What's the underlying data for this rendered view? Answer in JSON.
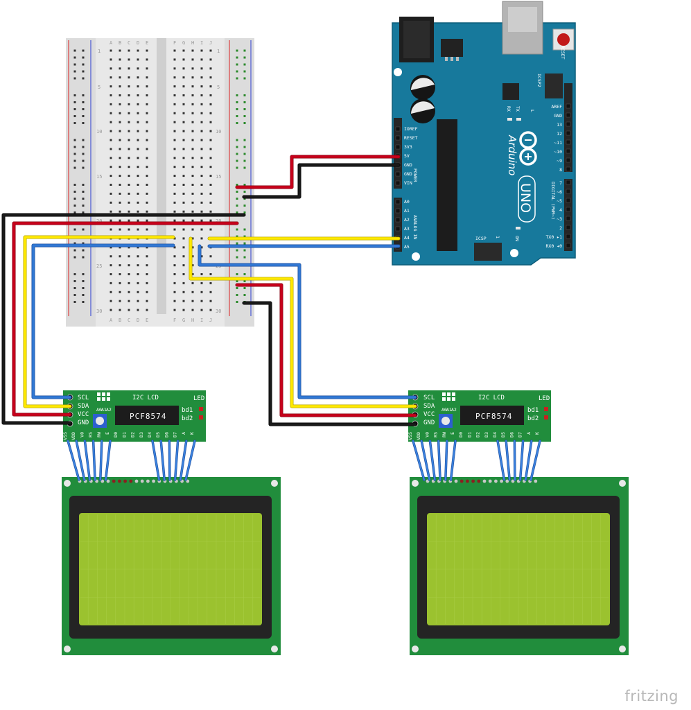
{
  "watermark": "fritzing",
  "breadboard": {
    "columns": [
      "A",
      "B",
      "C",
      "D",
      "E",
      "F",
      "G",
      "H",
      "I",
      "J"
    ],
    "row_numbers": [
      "1",
      "5",
      "10",
      "15",
      "20",
      "25",
      "30"
    ]
  },
  "arduino": {
    "brand": "Arduino",
    "model": "UNO",
    "reset_label": "RESET",
    "icsp_label": "ICSP",
    "icsp2_label": "ICSP2",
    "on_label": "ON",
    "tx_label": "TX",
    "rx_label": "RX",
    "l_label": "L",
    "power_header_label": "POWER",
    "analog_header_label": "ANALOG IN",
    "digital_header_label": "DIGITAL (PWM~)",
    "power_pins": [
      "IOREF",
      "RESET",
      "3V3",
      "5V",
      "GND",
      "GND",
      "VIN"
    ],
    "analog_pins": [
      "A0",
      "A1",
      "A2",
      "A3",
      "A4",
      "A5"
    ],
    "digital_top_pins": [
      "AREF",
      "GND",
      "13",
      "12",
      "~11",
      "~10",
      "~9",
      "8"
    ],
    "digital_bottom_pins": [
      "7",
      "~6",
      "~5",
      "4",
      "~3",
      "2",
      "TX0 ▸1",
      "RX0 ◂0"
    ]
  },
  "i2c_modules": [
    {
      "title": "I2C LCD",
      "chip": "PCF8574",
      "led_label": "LED",
      "led_pins": [
        "bd1",
        "bd2"
      ],
      "pins": [
        "SCL",
        "SDA",
        "VCC",
        "GND"
      ],
      "addr_labels": [
        "A0",
        "A1",
        "A2"
      ],
      "lcd_pins": [
        "VSS",
        "VDD",
        "V0",
        "RS",
        "RW",
        "E",
        "D0",
        "D1",
        "D2",
        "D3",
        "D4",
        "D5",
        "D6",
        "D7",
        "A",
        "K"
      ]
    },
    {
      "title": "I2C LCD",
      "chip": "PCF8574",
      "led_label": "LED",
      "led_pins": [
        "bd1",
        "bd2"
      ],
      "pins": [
        "SCL",
        "SDA",
        "VCC",
        "GND"
      ],
      "addr_labels": [
        "A0",
        "A1",
        "A2"
      ],
      "lcd_pins": [
        "VSS",
        "VDD",
        "V0",
        "RS",
        "RW",
        "E",
        "D0",
        "D1",
        "D2",
        "D3",
        "D4",
        "D5",
        "D6",
        "D7",
        "A",
        "K"
      ]
    }
  ],
  "colors": {
    "wire_red": "#c8001c",
    "wire_black": "#1a1a1a",
    "wire_yellow": "#ffe900",
    "wire_blue": "#3178d4",
    "arduino_blue": "#17799c",
    "pcb_green": "#218d3c",
    "lcd_green": "#9bc22f",
    "lcd_frame": "#242424"
  }
}
